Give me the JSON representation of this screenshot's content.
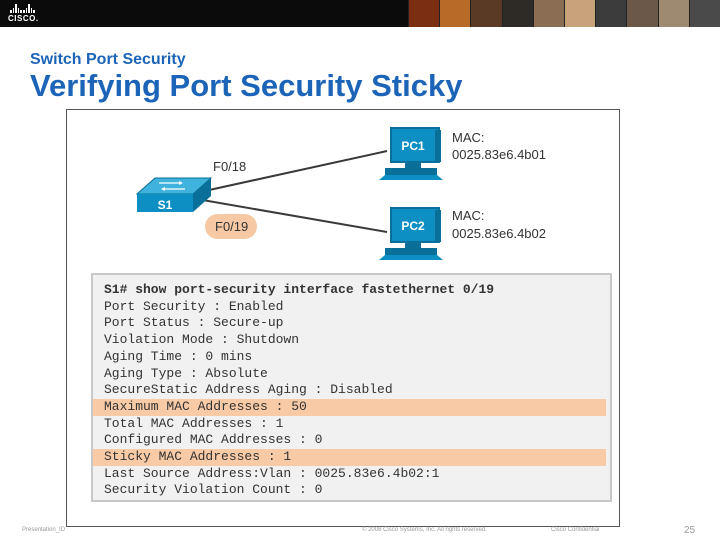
{
  "header": {
    "logo_text": "CISCO.",
    "photo_colors": [
      "#7b2e12",
      "#b86b28",
      "#5a3a24",
      "#2e2a26",
      "#8a6d52",
      "#c8a27a",
      "#3c3c3c",
      "#6b5848",
      "#9e8a70",
      "#4a4a4a"
    ]
  },
  "titles": {
    "section": "Switch Port Security",
    "main": "Verifying Port Security Sticky"
  },
  "diagram": {
    "switch_label": "S1",
    "port_top": "F0/18",
    "port_bottom": "F0/19",
    "pc1": {
      "label": "PC1",
      "mac_label": "MAC:",
      "mac": "0025.83e6.4b01"
    },
    "pc2": {
      "label": "PC2",
      "mac_label": "MAC:",
      "mac": "0025.83e6.4b02"
    },
    "colors": {
      "device_blue": "#0e8fc4",
      "device_dark": "#0a6f99",
      "port_highlight": "#f6c8a3",
      "link": "#3a3a3a"
    }
  },
  "terminal": {
    "lines": [
      {
        "text": "S1# show port-security interface fastethernet 0/19",
        "highlight": false,
        "cmd": true
      },
      {
        "text": "Port Security : Enabled",
        "highlight": false,
        "cmd": false
      },
      {
        "text": "Port Status : Secure-up",
        "highlight": false,
        "cmd": false
      },
      {
        "text": "Violation Mode : Shutdown",
        "highlight": false,
        "cmd": false
      },
      {
        "text": "Aging Time : 0 mins",
        "highlight": false,
        "cmd": false
      },
      {
        "text": "Aging Type : Absolute",
        "highlight": false,
        "cmd": false
      },
      {
        "text": "SecureStatic Address Aging : Disabled",
        "highlight": false,
        "cmd": false
      },
      {
        "text": "Maximum MAC Addresses : 50",
        "highlight": true,
        "cmd": false
      },
      {
        "text": "Total MAC Addresses : 1",
        "highlight": false,
        "cmd": false
      },
      {
        "text": "Configured MAC Addresses : 0",
        "highlight": false,
        "cmd": false
      },
      {
        "text": "Sticky MAC Addresses : 1",
        "highlight": true,
        "cmd": false
      },
      {
        "text": "Last Source Address:Vlan : 0025.83e6.4b02:1",
        "highlight": false,
        "cmd": false
      },
      {
        "text": "Security Violation Count : 0",
        "highlight": false,
        "cmd": false
      }
    ]
  },
  "footer": {
    "left": "Presentation_ID",
    "center": "© 2008 Cisco Systems, Inc. All rights reserved.",
    "right": "Cisco Confidential",
    "page": "25"
  }
}
